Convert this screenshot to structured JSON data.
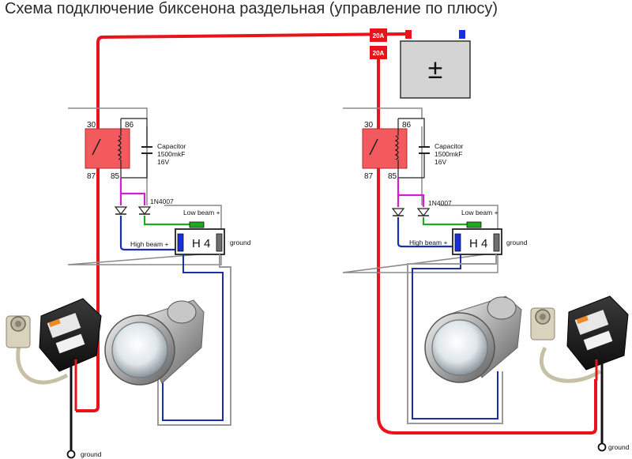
{
  "title": "Схема подключение биксенона раздельная (управление по плюсу)",
  "fuse": {
    "label": "20A"
  },
  "battery": {
    "symbol": "±"
  },
  "relay": {
    "pin30": "30",
    "pin86": "86",
    "pin87": "87",
    "pin85": "85"
  },
  "capacitor": {
    "line1": "Capacitor",
    "line2": "1500mkF",
    "line3": "16V"
  },
  "diode": {
    "label": "1N4007"
  },
  "connector": {
    "name": "H 4",
    "low_beam": "Low beam +",
    "high_beam": "High beam +",
    "ground": "ground"
  },
  "ground_label": "ground",
  "colors": {
    "power": "#e8141c",
    "control": "#1a2fb0",
    "lowbeam": "#1faa1f",
    "diode_wire": "#d21dd2",
    "relay_fill": "#f25a5e",
    "battery_fill": "#d4d4d4",
    "enclosure": "#8a8a8a"
  }
}
